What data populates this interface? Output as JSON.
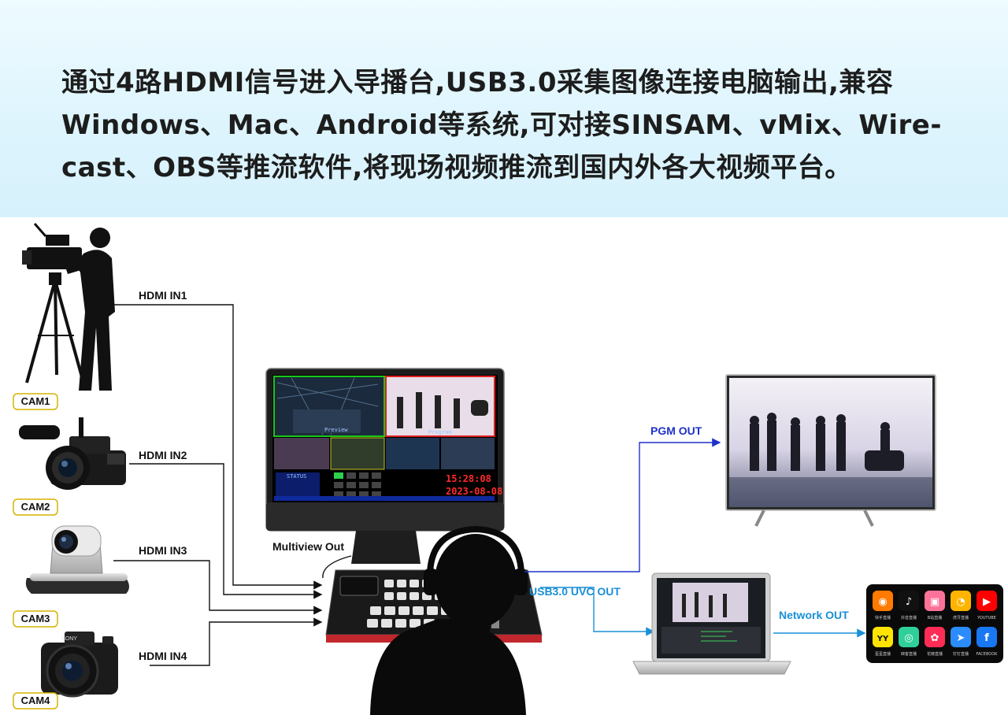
{
  "header": {
    "line1": "通过4路HDMI信号进入导播台,USB3.0采集图像连接电脑输出,兼容",
    "line2": "Windows、Mac、Android等系统,可对接SINSAM、vMix、Wire-",
    "line3": "cast、OBS等推流软件,将现场视频推流到国内外各大视频平台。"
  },
  "cameras": [
    {
      "tag": "CAM1",
      "input": "HDMI IN1"
    },
    {
      "tag": "CAM2",
      "input": "HDMI IN2"
    },
    {
      "tag": "CAM3",
      "input": "HDMI IN3"
    },
    {
      "tag": "CAM4",
      "input": "HDMI IN4"
    }
  ],
  "outputs": {
    "multiview": "Multiview Out",
    "pgm": "PGM OUT",
    "usb": "USB3.0 UVC OUT",
    "network": "Network OUT"
  },
  "monitor": {
    "time": "15:28:08",
    "date": "2023-08-08",
    "status_title": "STATUS",
    "preview_label": "Preview",
    "program_label": "Program"
  },
  "apps": [
    {
      "name": "快手直播",
      "icon": "kuaishou-icon",
      "color": "#ff7a00"
    },
    {
      "name": "抖音直播",
      "icon": "douyin-icon",
      "color": "#111111"
    },
    {
      "name": "B站直播",
      "icon": "bilibili-icon",
      "color": "#fb7299"
    },
    {
      "name": "虎牙直播",
      "icon": "huya-icon",
      "color": "#ffb400"
    },
    {
      "name": "YOUTUBE",
      "icon": "youtube-icon",
      "color": "#ff0000"
    },
    {
      "name": "歪歪直播",
      "icon": "yy-icon",
      "color": "#ffe400"
    },
    {
      "name": "映客直播",
      "icon": "inke-icon",
      "color": "#2fcf9a"
    },
    {
      "name": "花椒直播",
      "icon": "huajiao-icon",
      "color": "#ff2d55"
    },
    {
      "name": "钉钉直播",
      "icon": "dingtalk-icon",
      "color": "#2a8cff"
    },
    {
      "name": "FACEBOOK",
      "icon": "facebook-icon",
      "color": "#1877f2"
    }
  ],
  "colors": {
    "signal_line": "#111111",
    "pgm_line": "#1f32c8",
    "usb_line": "#1a8fd8",
    "header_bg": "#ddf4fd"
  }
}
